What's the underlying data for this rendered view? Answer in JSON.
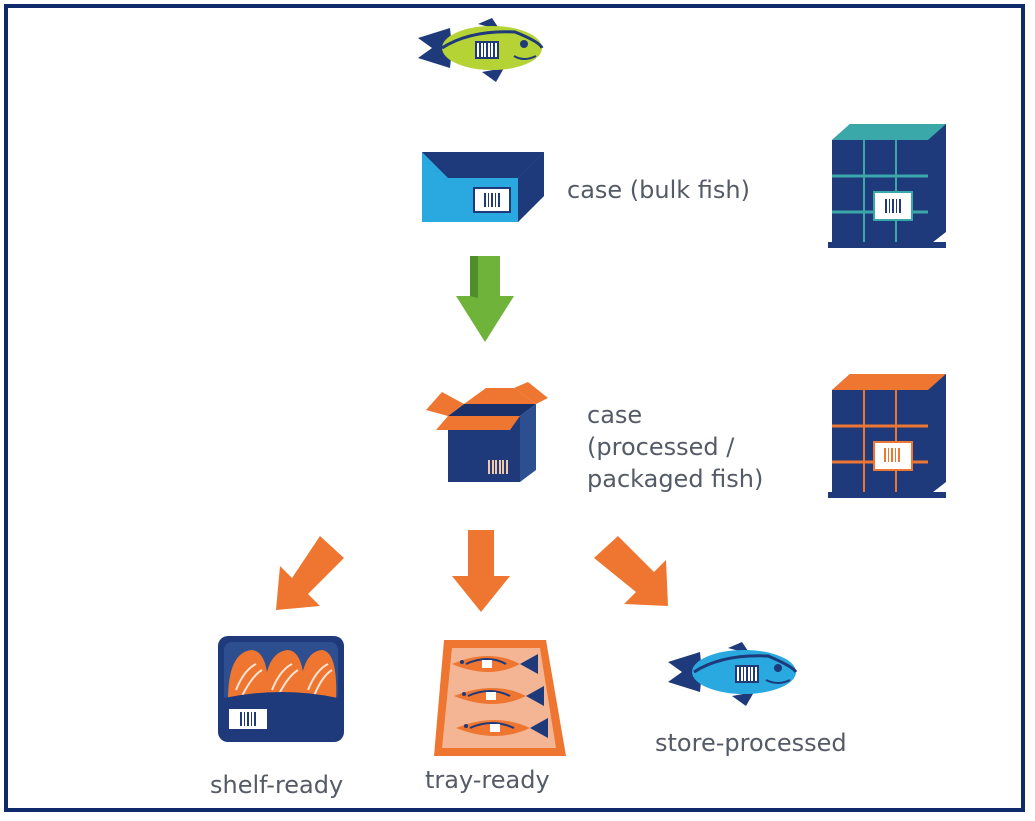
{
  "labels": {
    "case_bulk": "case (bulk fish)",
    "case_processed_line1": "case",
    "case_processed_line2": "(processed /",
    "case_processed_line3": "packaged fish)",
    "shelf_ready": "shelf-ready",
    "tray_ready": "tray-ready",
    "store_processed": "store-processed"
  },
  "icons": [
    "fish-icon",
    "bulk-case-icon",
    "bulk-pallet-icon",
    "down-arrow-icon",
    "processed-case-icon",
    "processed-pallet-icon",
    "shelf-ready-pack-icon",
    "tray-ready-pack-icon",
    "store-fish-icon"
  ],
  "colors": {
    "navy": "#1f3a7a",
    "border": "#0f2a6b",
    "cyan": "#29a9e0",
    "lime": "#b5d334",
    "green_arrow": "#6fb33a",
    "orange": "#ee7630",
    "salmon": "#f3a98a",
    "teal": "#3aa8a8",
    "text": "#555b66"
  }
}
